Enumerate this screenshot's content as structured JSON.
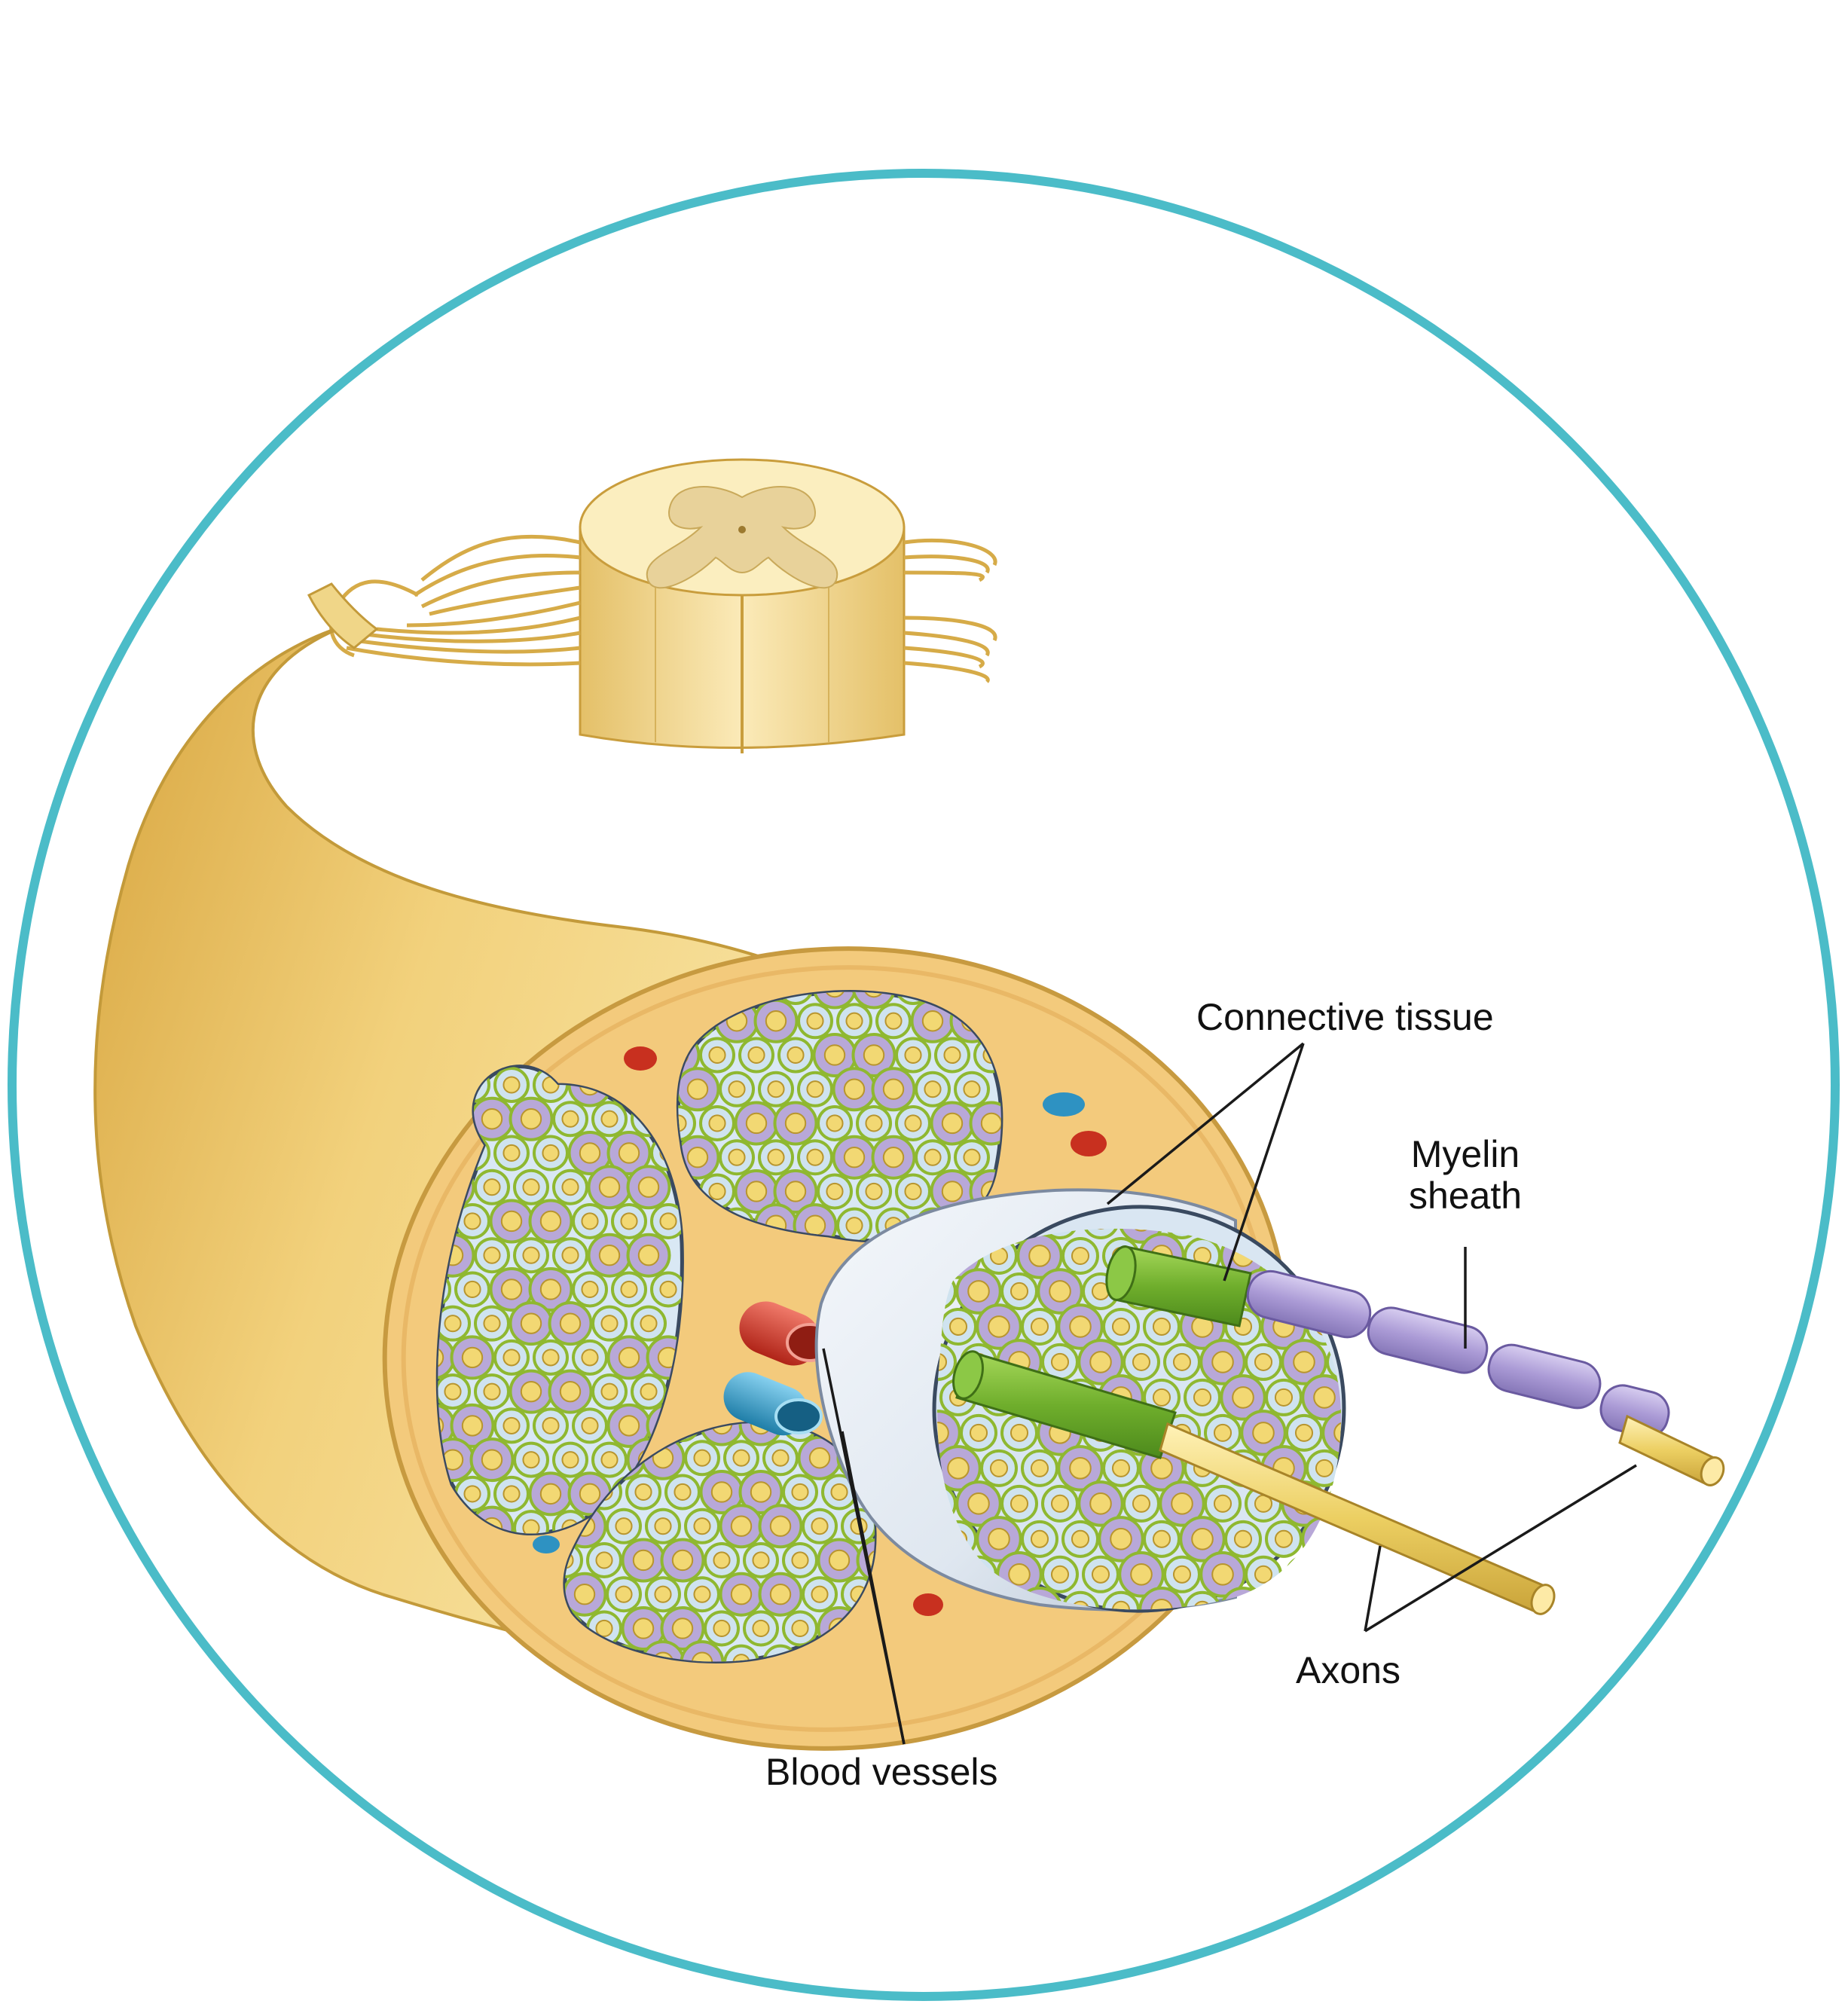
{
  "colors": {
    "frame": "#4bbcc8",
    "nerve_light": "#f7e4a1",
    "nerve_mid": "#edc865",
    "nerve_dark": "#d8a640",
    "epineurium_fill": "#f6cf85",
    "perineurium": "#d9e8f3",
    "myelin": "#b8a8d8",
    "myelin_ring": "#8fb830",
    "axon": "#f2d873",
    "artery": "#d93a2e",
    "vein": "#3aa3cd",
    "green_sheath": "#7cbf3a",
    "purple_sheath": "#b3a6dc",
    "pale_sheath": "#e6edf5",
    "leader": "#1a1a1a"
  },
  "labels": {
    "connective_tissue": "Connective tissue",
    "myelin_sheath_line1": "Myelin",
    "myelin_sheath_line2": "sheath",
    "axons": "Axons",
    "blood_vessels": "Blood vessels"
  }
}
